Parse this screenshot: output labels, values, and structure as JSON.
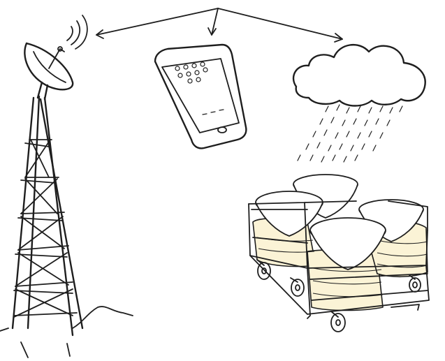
{
  "scene": {
    "style": "hand-drawn sketch",
    "palette": {
      "ink": "#1e1e1e",
      "paper": "#ffffff",
      "sack_fill": "#fbf3d6",
      "sack_shade": "#efe3b0"
    },
    "elements": [
      {
        "name": "radio-tower",
        "icon": "tower-with-satellite-dish-icon"
      },
      {
        "name": "smartphone",
        "icon": "phone-icon"
      },
      {
        "name": "rain-cloud",
        "icon": "cloud-rain-icon"
      },
      {
        "name": "cart-with-sacks",
        "icon": "cart-icon"
      }
    ]
  }
}
